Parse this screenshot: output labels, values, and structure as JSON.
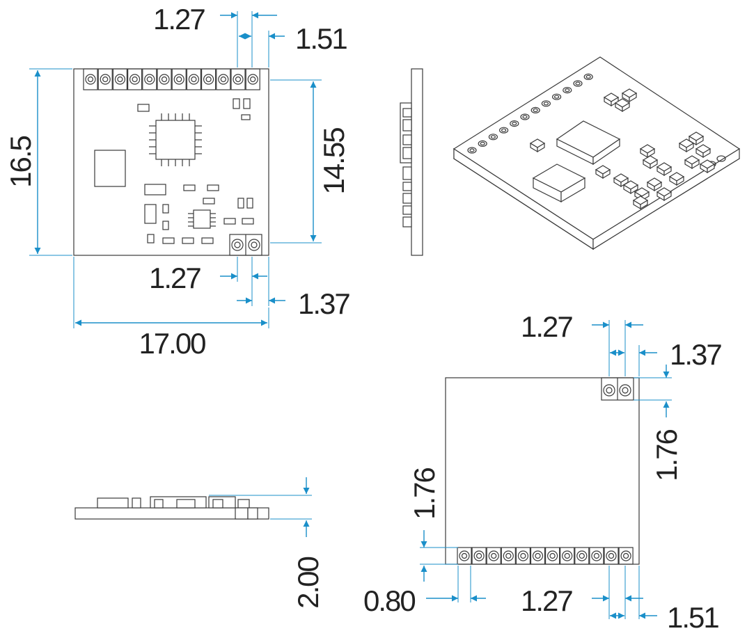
{
  "drawing": {
    "top_view": {
      "pin_pitch_top": "1.27",
      "pin_edge_offset_top": "1.51",
      "height": "16.5",
      "inner_height": "14.55",
      "pin_pitch_bottom": "1.27",
      "pin_width_bottom": "1.37",
      "width": "17.00"
    },
    "side_view": {
      "thickness": "2.00"
    },
    "footprint_view": {
      "pin_pitch_top": "1.27",
      "pin_width_top": "1.37",
      "pin_row_height_right": "1.76",
      "pin_row_height_left": "1.76",
      "pad_offset_left": "0.80",
      "pin_pitch_bottom": "1.27",
      "pin_edge_offset_bottom": "1.51"
    }
  }
}
